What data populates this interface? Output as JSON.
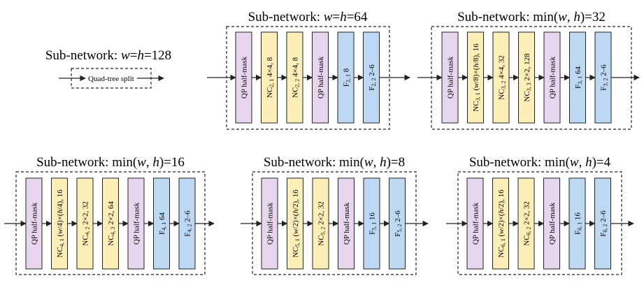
{
  "colors": {
    "qp": "#e8d6ee",
    "nc": "#fbeeb6",
    "f": "#bcd8f2",
    "stroke": "#222222"
  },
  "subnetworks": [
    {
      "id": "sn128",
      "title": [
        {
          "t": "Sub-network: "
        },
        {
          "t": "w",
          "i": true
        },
        {
          "t": "="
        },
        {
          "t": "h",
          "i": true
        },
        {
          "t": "=128"
        }
      ],
      "quadtree_label": "Quad-tree split",
      "blocks": []
    },
    {
      "id": "sn64",
      "title": [
        {
          "t": "Sub-network: "
        },
        {
          "t": "w",
          "i": true
        },
        {
          "t": "="
        },
        {
          "t": "h",
          "i": true
        },
        {
          "t": "=64"
        }
      ],
      "blocks": [
        {
          "kind": "qp",
          "label": [
            {
              "t": "QP half-mask"
            }
          ]
        },
        {
          "kind": "nc",
          "label": [
            {
              "t": "NC"
            },
            {
              "t": "2, 1",
              "s": true
            },
            {
              "t": " 4×4, 8"
            }
          ]
        },
        {
          "kind": "nc",
          "label": [
            {
              "t": "NC"
            },
            {
              "t": "2, 2",
              "s": true
            },
            {
              "t": " 4×4, 8"
            }
          ]
        },
        {
          "kind": "qp",
          "label": [
            {
              "t": "QP half-mask"
            }
          ]
        },
        {
          "kind": "f",
          "label": [
            {
              "t": "F"
            },
            {
              "t": "2, 1",
              "s": true
            },
            {
              "t": " 8"
            }
          ]
        },
        {
          "kind": "f",
          "label": [
            {
              "t": "F"
            },
            {
              "t": "2, 2",
              "s": true
            },
            {
              "t": " 2–6"
            }
          ]
        }
      ]
    },
    {
      "id": "sn32",
      "title": [
        {
          "t": "Sub-network: min("
        },
        {
          "t": "w",
          "i": true
        },
        {
          "t": ", "
        },
        {
          "t": "h",
          "i": true
        },
        {
          "t": ")=32"
        }
      ],
      "blocks": [
        {
          "kind": "qp",
          "label": [
            {
              "t": "QP half-mask"
            }
          ]
        },
        {
          "kind": "nc",
          "label": [
            {
              "t": "NC"
            },
            {
              "t": "3, 1",
              "s": true
            },
            {
              "t": " ("
            },
            {
              "t": "w",
              "i": true
            },
            {
              "t": "/8)×("
            },
            {
              "t": "h",
              "i": true
            },
            {
              "t": "/8), 16"
            }
          ]
        },
        {
          "kind": "nc",
          "label": [
            {
              "t": "NC"
            },
            {
              "t": "3, 2",
              "s": true
            },
            {
              "t": " 4×4, 32"
            }
          ]
        },
        {
          "kind": "nc",
          "label": [
            {
              "t": "NC"
            },
            {
              "t": "3, 3",
              "s": true
            },
            {
              "t": " 2×2, 128"
            }
          ]
        },
        {
          "kind": "qp",
          "label": [
            {
              "t": "QP half-mask"
            }
          ]
        },
        {
          "kind": "f",
          "label": [
            {
              "t": "F"
            },
            {
              "t": "3, 1",
              "s": true
            },
            {
              "t": " 64"
            }
          ]
        },
        {
          "kind": "f",
          "label": [
            {
              "t": "F"
            },
            {
              "t": "3, 2",
              "s": true
            },
            {
              "t": " 2–6"
            }
          ]
        }
      ]
    },
    {
      "id": "sn16",
      "title": [
        {
          "t": "Sub-network: min("
        },
        {
          "t": "w",
          "i": true
        },
        {
          "t": ", "
        },
        {
          "t": "h",
          "i": true
        },
        {
          "t": ")=16"
        }
      ],
      "blocks": [
        {
          "kind": "qp",
          "label": [
            {
              "t": "QP half-mask"
            }
          ]
        },
        {
          "kind": "nc",
          "label": [
            {
              "t": "NC"
            },
            {
              "t": "4, 1",
              "s": true
            },
            {
              "t": " ("
            },
            {
              "t": "w",
              "i": true
            },
            {
              "t": "/4)×("
            },
            {
              "t": "h",
              "i": true
            },
            {
              "t": "/4), 16"
            }
          ]
        },
        {
          "kind": "nc",
          "label": [
            {
              "t": "NC"
            },
            {
              "t": "4, 2",
              "s": true
            },
            {
              "t": " 2×2, 32"
            }
          ]
        },
        {
          "kind": "nc",
          "label": [
            {
              "t": "NC"
            },
            {
              "t": "4, 3",
              "s": true
            },
            {
              "t": " 2×2, 64"
            }
          ]
        },
        {
          "kind": "qp",
          "label": [
            {
              "t": "QP half-mask"
            }
          ]
        },
        {
          "kind": "f",
          "label": [
            {
              "t": "F"
            },
            {
              "t": "4, 1",
              "s": true
            },
            {
              "t": " 64"
            }
          ]
        },
        {
          "kind": "f",
          "label": [
            {
              "t": "F"
            },
            {
              "t": "4, 2",
              "s": true
            },
            {
              "t": " 2–6"
            }
          ]
        }
      ]
    },
    {
      "id": "sn8",
      "title": [
        {
          "t": "Sub-network: min("
        },
        {
          "t": "w",
          "i": true
        },
        {
          "t": ", "
        },
        {
          "t": "h",
          "i": true
        },
        {
          "t": ")=8"
        }
      ],
      "blocks": [
        {
          "kind": "qp",
          "label": [
            {
              "t": "QP half-mask"
            }
          ]
        },
        {
          "kind": "nc",
          "label": [
            {
              "t": "NC"
            },
            {
              "t": "5, 1",
              "s": true
            },
            {
              "t": " ("
            },
            {
              "t": "w",
              "i": true
            },
            {
              "t": "/2)×("
            },
            {
              "t": "h",
              "i": true
            },
            {
              "t": "/2), 16"
            }
          ]
        },
        {
          "kind": "nc",
          "label": [
            {
              "t": "NC"
            },
            {
              "t": "5, 2",
              "s": true
            },
            {
              "t": " 2×2, 32"
            }
          ]
        },
        {
          "kind": "qp",
          "label": [
            {
              "t": "QP half-mask"
            }
          ]
        },
        {
          "kind": "f",
          "label": [
            {
              "t": "F"
            },
            {
              "t": "5, 1",
              "s": true
            },
            {
              "t": " 16"
            }
          ]
        },
        {
          "kind": "f",
          "label": [
            {
              "t": "F"
            },
            {
              "t": "5, 2",
              "s": true
            },
            {
              "t": " 2–6"
            }
          ]
        }
      ]
    },
    {
      "id": "sn4",
      "title": [
        {
          "t": "Sub-network: min("
        },
        {
          "t": "w",
          "i": true
        },
        {
          "t": ", "
        },
        {
          "t": "h",
          "i": true
        },
        {
          "t": ")=4"
        }
      ],
      "blocks": [
        {
          "kind": "qp",
          "label": [
            {
              "t": "QP half-mask"
            }
          ]
        },
        {
          "kind": "nc",
          "label": [
            {
              "t": "NC"
            },
            {
              "t": "6, 1",
              "s": true
            },
            {
              "t": " ("
            },
            {
              "t": "w",
              "i": true
            },
            {
              "t": "/2)×("
            },
            {
              "t": "h",
              "i": true
            },
            {
              "t": "/2), 16"
            }
          ]
        },
        {
          "kind": "nc",
          "label": [
            {
              "t": "NC"
            },
            {
              "t": "6, 2",
              "s": true
            },
            {
              "t": " 2×2, 32"
            }
          ]
        },
        {
          "kind": "qp",
          "label": [
            {
              "t": "QP half-mask"
            }
          ]
        },
        {
          "kind": "f",
          "label": [
            {
              "t": "F"
            },
            {
              "t": "6, 1",
              "s": true
            },
            {
              "t": " 16"
            }
          ]
        },
        {
          "kind": "f",
          "label": [
            {
              "t": "F"
            },
            {
              "t": "6, 2",
              "s": true
            },
            {
              "t": " 2–6"
            }
          ]
        }
      ]
    }
  ]
}
